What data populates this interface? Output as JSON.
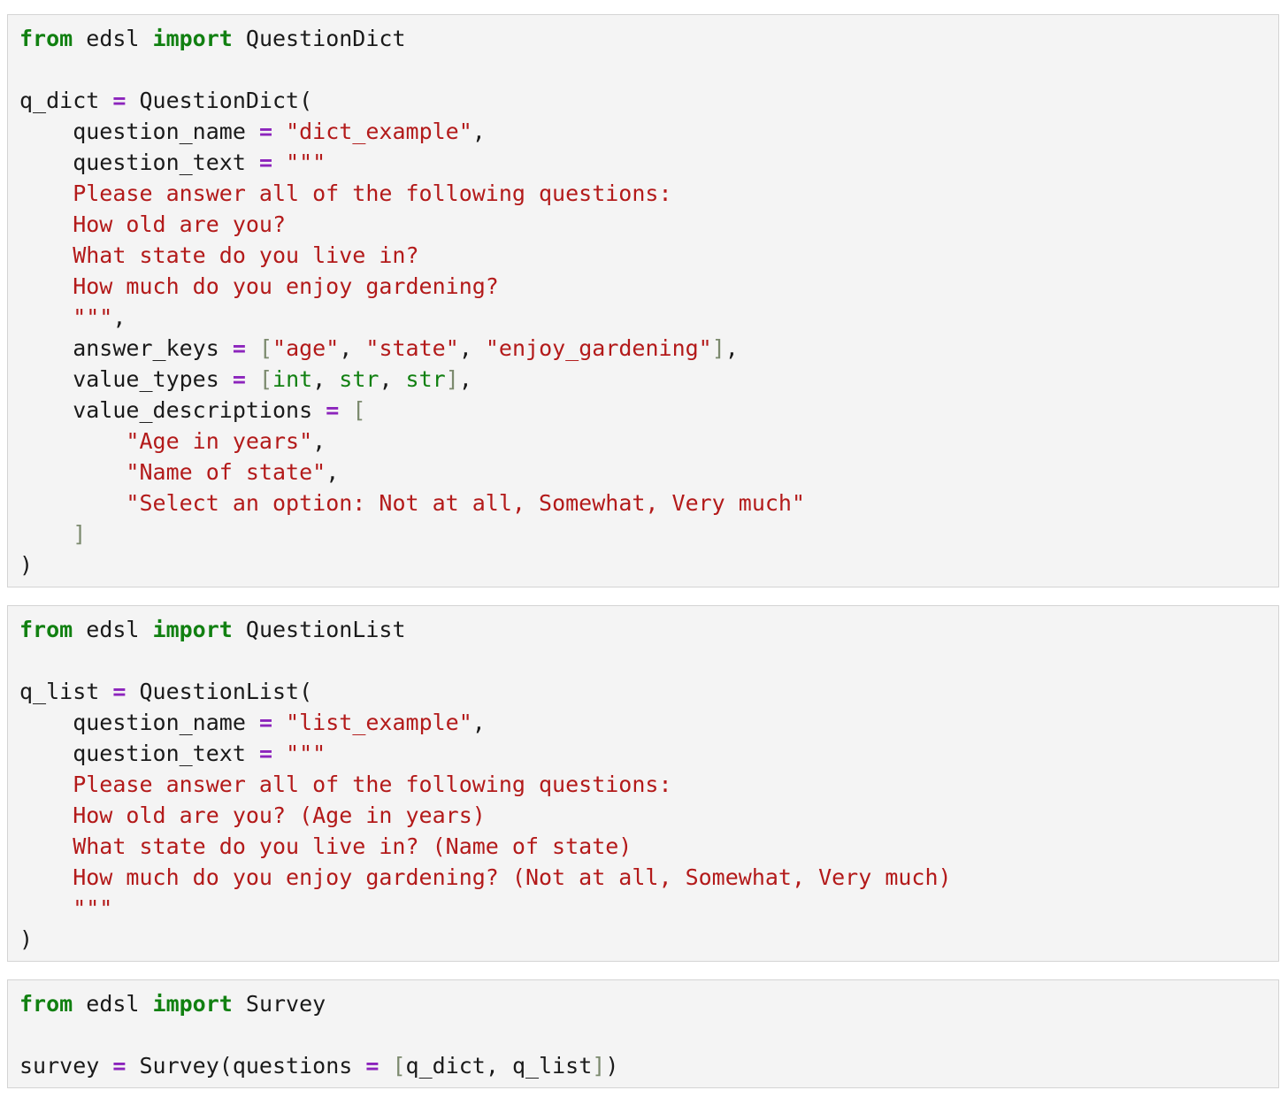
{
  "cells": [
    {
      "id": "cell-1",
      "lines": [
        [
          {
            "t": "from",
            "c": "kw"
          },
          {
            "t": " edsl ",
            "c": "nm"
          },
          {
            "t": "import",
            "c": "kw"
          },
          {
            "t": " QuestionDict",
            "c": "nm"
          }
        ],
        [],
        [
          {
            "t": "q_dict ",
            "c": "nm"
          },
          {
            "t": "=",
            "c": "op"
          },
          {
            "t": " QuestionDict(",
            "c": "nm"
          }
        ],
        [
          {
            "t": "    question_name ",
            "c": "nm"
          },
          {
            "t": "=",
            "c": "op"
          },
          {
            "t": " ",
            "c": "nm"
          },
          {
            "t": "\"dict_example\"",
            "c": "str"
          },
          {
            "t": ",",
            "c": "nm"
          }
        ],
        [
          {
            "t": "    question_text ",
            "c": "nm"
          },
          {
            "t": "=",
            "c": "op"
          },
          {
            "t": " ",
            "c": "nm"
          },
          {
            "t": "\"\"\"",
            "c": "str"
          }
        ],
        [
          {
            "t": "    Please answer all of the following questions:",
            "c": "str"
          }
        ],
        [
          {
            "t": "    How old are you?",
            "c": "str"
          }
        ],
        [
          {
            "t": "    What state do you live in?",
            "c": "str"
          }
        ],
        [
          {
            "t": "    How much do you enjoy gardening?",
            "c": "str"
          }
        ],
        [
          {
            "t": "    \"\"\"",
            "c": "str"
          },
          {
            "t": ",",
            "c": "nm"
          }
        ],
        [
          {
            "t": "    answer_keys ",
            "c": "nm"
          },
          {
            "t": "=",
            "c": "op"
          },
          {
            "t": " ",
            "c": "nm"
          },
          {
            "t": "[",
            "c": "br"
          },
          {
            "t": "\"age\"",
            "c": "str"
          },
          {
            "t": ", ",
            "c": "nm"
          },
          {
            "t": "\"state\"",
            "c": "str"
          },
          {
            "t": ", ",
            "c": "nm"
          },
          {
            "t": "\"enjoy_gardening\"",
            "c": "str"
          },
          {
            "t": "]",
            "c": "br"
          },
          {
            "t": ",",
            "c": "nm"
          }
        ],
        [
          {
            "t": "    value_types ",
            "c": "nm"
          },
          {
            "t": "=",
            "c": "op"
          },
          {
            "t": " ",
            "c": "nm"
          },
          {
            "t": "[",
            "c": "br"
          },
          {
            "t": "int",
            "c": "bi"
          },
          {
            "t": ", ",
            "c": "nm"
          },
          {
            "t": "str",
            "c": "bi"
          },
          {
            "t": ", ",
            "c": "nm"
          },
          {
            "t": "str",
            "c": "bi"
          },
          {
            "t": "]",
            "c": "br"
          },
          {
            "t": ",",
            "c": "nm"
          }
        ],
        [
          {
            "t": "    value_descriptions ",
            "c": "nm"
          },
          {
            "t": "=",
            "c": "op"
          },
          {
            "t": " ",
            "c": "nm"
          },
          {
            "t": "[",
            "c": "br"
          }
        ],
        [
          {
            "t": "        ",
            "c": "nm"
          },
          {
            "t": "\"Age in years\"",
            "c": "str"
          },
          {
            "t": ",",
            "c": "nm"
          }
        ],
        [
          {
            "t": "        ",
            "c": "nm"
          },
          {
            "t": "\"Name of state\"",
            "c": "str"
          },
          {
            "t": ",",
            "c": "nm"
          }
        ],
        [
          {
            "t": "        ",
            "c": "nm"
          },
          {
            "t": "\"Select an option: Not at all, Somewhat, Very much\"",
            "c": "str"
          }
        ],
        [
          {
            "t": "    ",
            "c": "nm"
          },
          {
            "t": "]",
            "c": "br"
          }
        ],
        [
          {
            "t": ")",
            "c": "nm"
          }
        ]
      ]
    },
    {
      "id": "cell-2",
      "lines": [
        [
          {
            "t": "from",
            "c": "kw"
          },
          {
            "t": " edsl ",
            "c": "nm"
          },
          {
            "t": "import",
            "c": "kw"
          },
          {
            "t": " QuestionList",
            "c": "nm"
          }
        ],
        [],
        [
          {
            "t": "q_list ",
            "c": "nm"
          },
          {
            "t": "=",
            "c": "op"
          },
          {
            "t": " QuestionList(",
            "c": "nm"
          }
        ],
        [
          {
            "t": "    question_name ",
            "c": "nm"
          },
          {
            "t": "=",
            "c": "op"
          },
          {
            "t": " ",
            "c": "nm"
          },
          {
            "t": "\"list_example\"",
            "c": "str"
          },
          {
            "t": ",",
            "c": "nm"
          }
        ],
        [
          {
            "t": "    question_text ",
            "c": "nm"
          },
          {
            "t": "=",
            "c": "op"
          },
          {
            "t": " ",
            "c": "nm"
          },
          {
            "t": "\"\"\"",
            "c": "str"
          }
        ],
        [
          {
            "t": "    Please answer all of the following questions:",
            "c": "str"
          }
        ],
        [
          {
            "t": "    How old are you? (Age in years)",
            "c": "str"
          }
        ],
        [
          {
            "t": "    What state do you live in? (Name of state)",
            "c": "str"
          }
        ],
        [
          {
            "t": "    How much do you enjoy gardening? (Not at all, Somewhat, Very much)",
            "c": "str"
          }
        ],
        [
          {
            "t": "    \"\"\"",
            "c": "str"
          }
        ],
        [
          {
            "t": ")",
            "c": "nm"
          }
        ]
      ]
    },
    {
      "id": "cell-3",
      "lines": [
        [
          {
            "t": "from",
            "c": "kw"
          },
          {
            "t": " edsl ",
            "c": "nm"
          },
          {
            "t": "import",
            "c": "kw"
          },
          {
            "t": " Survey",
            "c": "nm"
          }
        ],
        [],
        [
          {
            "t": "survey ",
            "c": "nm"
          },
          {
            "t": "=",
            "c": "op"
          },
          {
            "t": " Survey(questions ",
            "c": "nm"
          },
          {
            "t": "=",
            "c": "op"
          },
          {
            "t": " ",
            "c": "nm"
          },
          {
            "t": "[",
            "c": "br"
          },
          {
            "t": "q_dict, q_list",
            "c": "nm"
          },
          {
            "t": "]",
            "c": "br"
          },
          {
            "t": ")",
            "c": "nm"
          }
        ]
      ]
    }
  ]
}
